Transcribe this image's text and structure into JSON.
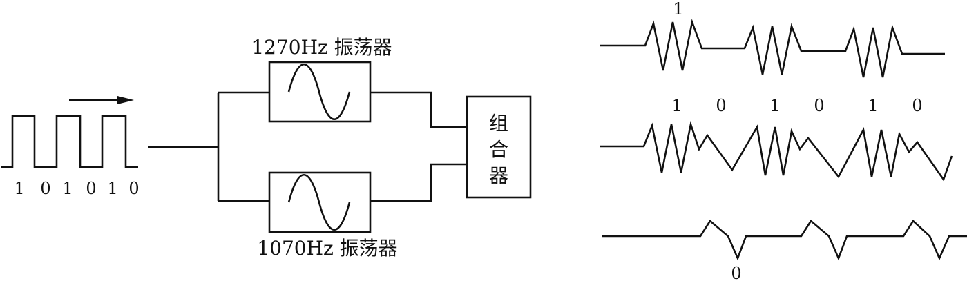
{
  "input_signal": {
    "bits": [
      "1",
      "0",
      "1",
      "0",
      "1",
      "0"
    ]
  },
  "oscillators": {
    "top_label": "1270Hz 振荡器",
    "bottom_label": "1070Hz 振荡器"
  },
  "combiner": {
    "chars": [
      "组",
      "合",
      "器"
    ]
  },
  "waveforms": {
    "top_label": "1",
    "middle_bits": [
      "1",
      "0",
      "1",
      "0",
      "1",
      "0"
    ],
    "bottom_label": "0"
  }
}
